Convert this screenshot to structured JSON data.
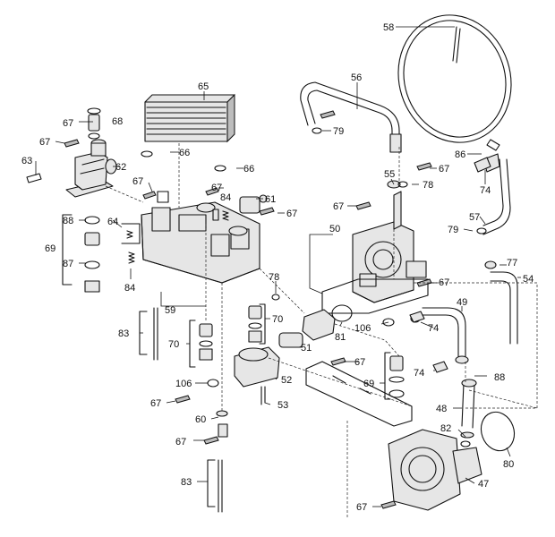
{
  "callouts": [
    {
      "id": "c58",
      "text": "58"
    },
    {
      "id": "c56",
      "text": "56"
    },
    {
      "id": "c65",
      "text": "65"
    },
    {
      "id": "c67a",
      "text": "67"
    },
    {
      "id": "c68",
      "text": "68"
    },
    {
      "id": "c79a",
      "text": "79"
    },
    {
      "id": "c67b",
      "text": "67"
    },
    {
      "id": "c66a",
      "text": "66"
    },
    {
      "id": "c63",
      "text": "63"
    },
    {
      "id": "c62",
      "text": "62"
    },
    {
      "id": "c66b",
      "text": "66"
    },
    {
      "id": "c86",
      "text": "86"
    },
    {
      "id": "c67c",
      "text": "67"
    },
    {
      "id": "c55",
      "text": "55"
    },
    {
      "id": "c67d",
      "text": "67"
    },
    {
      "id": "c78a",
      "text": "78"
    },
    {
      "id": "c74a",
      "text": "74"
    },
    {
      "id": "c67e",
      "text": "67"
    },
    {
      "id": "c84a",
      "text": "84"
    },
    {
      "id": "c61",
      "text": "61"
    },
    {
      "id": "c67f",
      "text": "67"
    },
    {
      "id": "c67g",
      "text": "67"
    },
    {
      "id": "c88a",
      "text": "88"
    },
    {
      "id": "c64",
      "text": "64"
    },
    {
      "id": "c57",
      "text": "57"
    },
    {
      "id": "c69a",
      "text": "69"
    },
    {
      "id": "c50",
      "text": "50"
    },
    {
      "id": "c79b",
      "text": "79"
    },
    {
      "id": "c77",
      "text": "77"
    },
    {
      "id": "c87",
      "text": "87"
    },
    {
      "id": "c84b",
      "text": "84"
    },
    {
      "id": "c67h",
      "text": "67"
    },
    {
      "id": "c54",
      "text": "54"
    },
    {
      "id": "c78b",
      "text": "78"
    },
    {
      "id": "c59",
      "text": "59"
    },
    {
      "id": "c49",
      "text": "49"
    },
    {
      "id": "c70a",
      "text": "70"
    },
    {
      "id": "c83a",
      "text": "83"
    },
    {
      "id": "c81",
      "text": "81"
    },
    {
      "id": "c106a",
      "text": "106"
    },
    {
      "id": "c74b",
      "text": "74"
    },
    {
      "id": "c70b",
      "text": "70"
    },
    {
      "id": "c51",
      "text": "51"
    },
    {
      "id": "c67i",
      "text": "67"
    },
    {
      "id": "c74c",
      "text": "74"
    },
    {
      "id": "c88b",
      "text": "88"
    },
    {
      "id": "c69b",
      "text": "69"
    },
    {
      "id": "c106b",
      "text": "106"
    },
    {
      "id": "c52",
      "text": "52"
    },
    {
      "id": "c67j",
      "text": "67"
    },
    {
      "id": "c53",
      "text": "53"
    },
    {
      "id": "c48",
      "text": "48"
    },
    {
      "id": "c60",
      "text": "60"
    },
    {
      "id": "c82",
      "text": "82"
    },
    {
      "id": "c67k",
      "text": "67"
    },
    {
      "id": "c80",
      "text": "80"
    },
    {
      "id": "c83b",
      "text": "83"
    },
    {
      "id": "c47",
      "text": "47"
    },
    {
      "id": "c67l",
      "text": "67"
    }
  ]
}
